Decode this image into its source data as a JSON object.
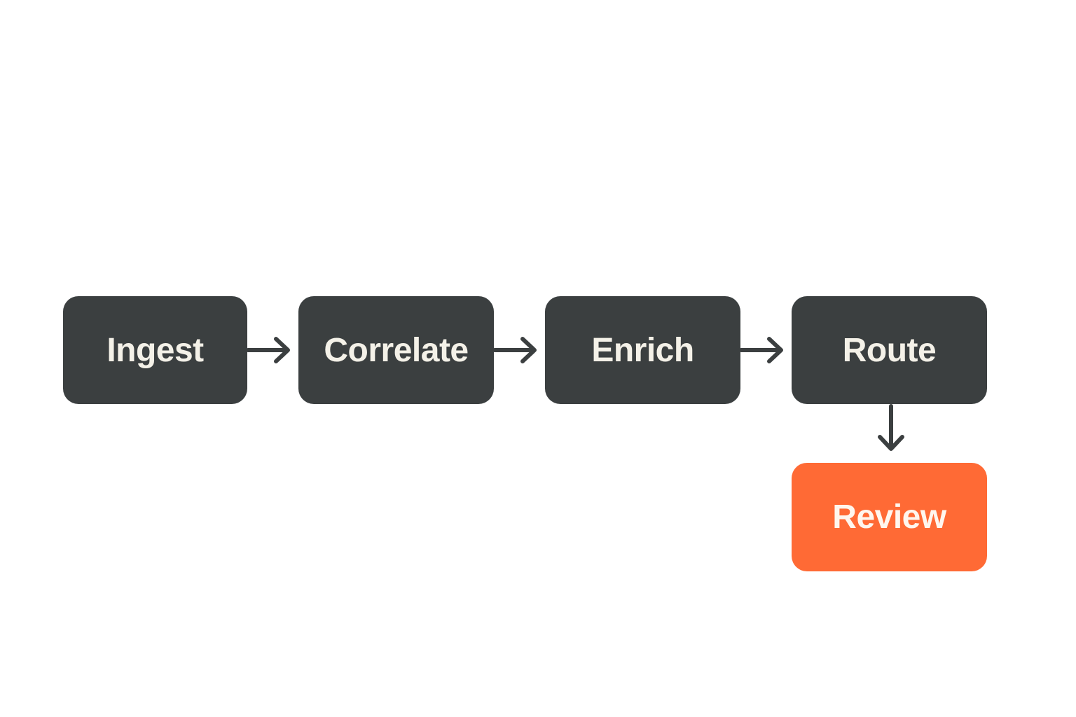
{
  "diagram": {
    "nodes": [
      {
        "id": "ingest",
        "label": "Ingest",
        "style": "dark"
      },
      {
        "id": "correlate",
        "label": "Correlate",
        "style": "dark"
      },
      {
        "id": "enrich",
        "label": "Enrich",
        "style": "dark"
      },
      {
        "id": "route",
        "label": "Route",
        "style": "dark"
      },
      {
        "id": "review",
        "label": "Review",
        "style": "accent"
      }
    ],
    "edges": [
      {
        "from": "ingest",
        "to": "correlate"
      },
      {
        "from": "correlate",
        "to": "enrich"
      },
      {
        "from": "enrich",
        "to": "route"
      },
      {
        "from": "route",
        "to": "review"
      }
    ],
    "colors": {
      "node_dark": "#3b3f40",
      "node_accent": "#ff6a35",
      "node_text": "#f4f1e8",
      "arrow": "#3b3f40",
      "background": "#ffffff"
    }
  }
}
